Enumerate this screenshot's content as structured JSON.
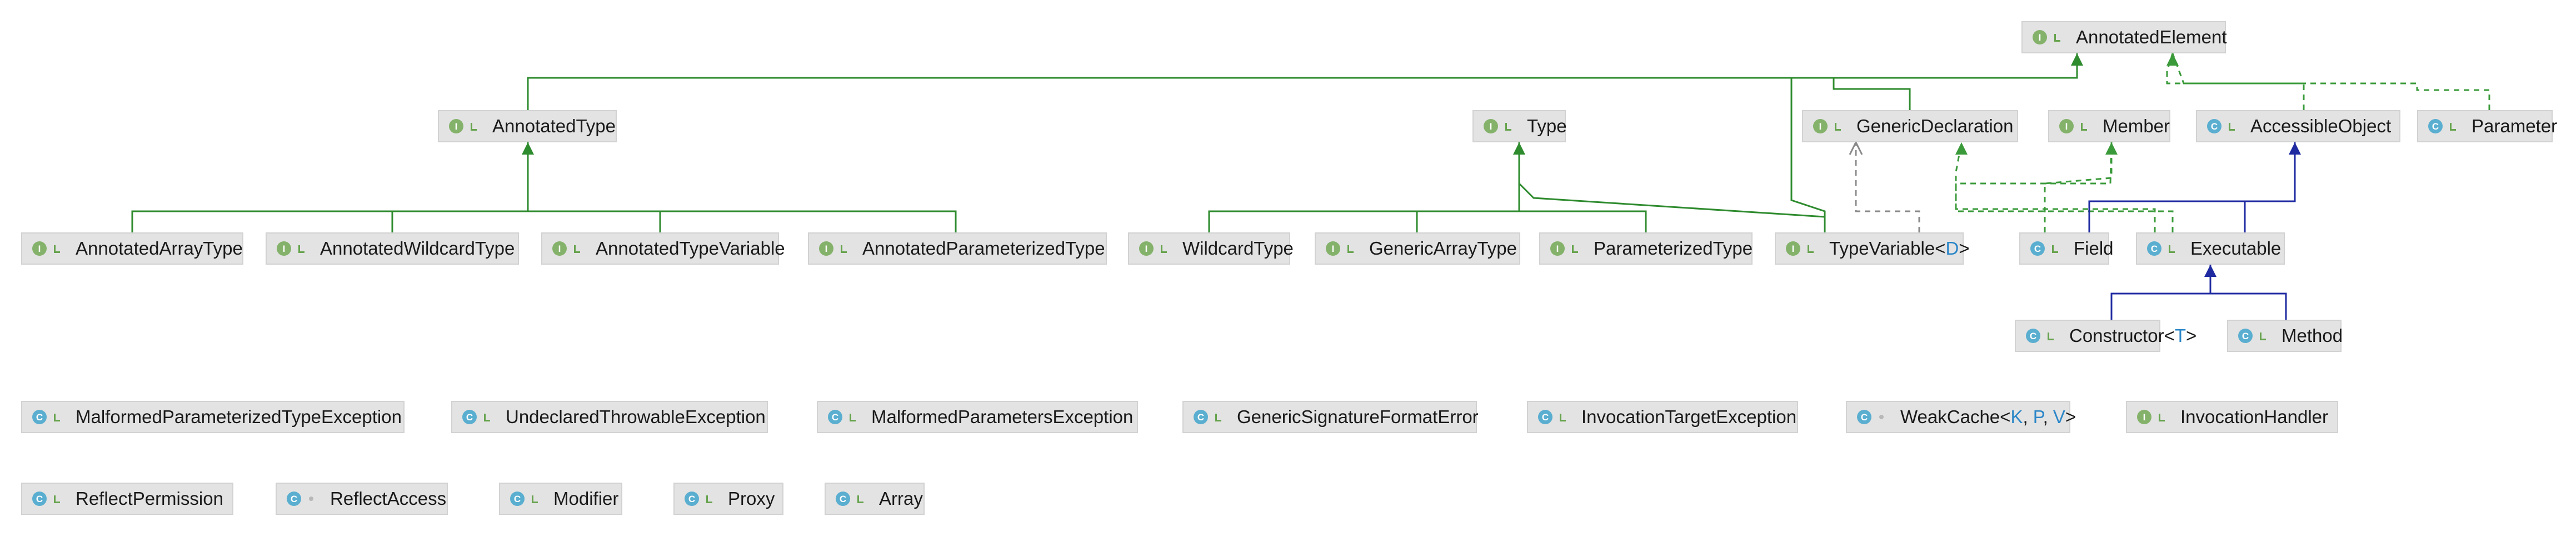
{
  "diagram": {
    "colors": {
      "extends_interface": "#2e8b2e",
      "extends_class": "#1f2aa1",
      "realizes": "#3a9a3a",
      "dependency": "#8a8a8a",
      "node_fill": "#e3e3e3",
      "interface_badge": "#84b26b",
      "class_badge": "#5aaed0",
      "type_param": "#2a86c8"
    },
    "nodes": [
      {
        "id": "annotated-element",
        "label": "AnnotatedElement",
        "kind": "I",
        "visibility": "public",
        "params": []
      },
      {
        "id": "annotated-type",
        "label": "AnnotatedType",
        "kind": "I",
        "visibility": "public",
        "params": []
      },
      {
        "id": "type",
        "label": "Type",
        "kind": "I",
        "visibility": "public",
        "params": []
      },
      {
        "id": "generic-declaration",
        "label": "GenericDeclaration",
        "kind": "I",
        "visibility": "public",
        "params": []
      },
      {
        "id": "member",
        "label": "Member",
        "kind": "I",
        "visibility": "public",
        "params": []
      },
      {
        "id": "accessible-object",
        "label": "AccessibleObject",
        "kind": "C",
        "visibility": "public",
        "params": []
      },
      {
        "id": "parameter",
        "label": "Parameter",
        "kind": "C",
        "visibility": "public",
        "params": []
      },
      {
        "id": "annotated-array-type",
        "label": "AnnotatedArrayType",
        "kind": "I",
        "visibility": "public",
        "params": []
      },
      {
        "id": "annotated-wildcard-type",
        "label": "AnnotatedWildcardType",
        "kind": "I",
        "visibility": "public",
        "params": []
      },
      {
        "id": "annotated-type-variable",
        "label": "AnnotatedTypeVariable",
        "kind": "I",
        "visibility": "public",
        "params": []
      },
      {
        "id": "annotated-parameterized-type",
        "label": "AnnotatedParameterizedType",
        "kind": "I",
        "visibility": "public",
        "params": []
      },
      {
        "id": "wildcard-type",
        "label": "WildcardType",
        "kind": "I",
        "visibility": "public",
        "params": []
      },
      {
        "id": "generic-array-type",
        "label": "GenericArrayType",
        "kind": "I",
        "visibility": "public",
        "params": []
      },
      {
        "id": "parameterized-type",
        "label": "ParameterizedType",
        "kind": "I",
        "visibility": "public",
        "params": []
      },
      {
        "id": "type-variable",
        "label": "TypeVariable",
        "kind": "I",
        "visibility": "public",
        "params": [
          "D"
        ]
      },
      {
        "id": "field",
        "label": "Field",
        "kind": "C",
        "visibility": "public",
        "params": []
      },
      {
        "id": "executable",
        "label": "Executable",
        "kind": "C",
        "visibility": "public",
        "params": []
      },
      {
        "id": "constructor",
        "label": "Constructor",
        "kind": "C",
        "visibility": "public",
        "params": [
          "T"
        ]
      },
      {
        "id": "method",
        "label": "Method",
        "kind": "C",
        "visibility": "public",
        "params": []
      },
      {
        "id": "malformed-parameterized-type-exception",
        "label": "MalformedParameterizedTypeException",
        "kind": "C",
        "visibility": "public",
        "params": []
      },
      {
        "id": "undeclared-throwable-exception",
        "label": "UndeclaredThrowableException",
        "kind": "C",
        "visibility": "public",
        "params": []
      },
      {
        "id": "malformed-parameters-exception",
        "label": "MalformedParametersException",
        "kind": "C",
        "visibility": "public",
        "params": []
      },
      {
        "id": "generic-signature-format-error",
        "label": "GenericSignatureFormatError",
        "kind": "C",
        "visibility": "public",
        "params": []
      },
      {
        "id": "invocation-target-exception",
        "label": "InvocationTargetException",
        "kind": "C",
        "visibility": "public",
        "params": []
      },
      {
        "id": "weak-cache",
        "label": "WeakCache",
        "kind": "C",
        "visibility": "package",
        "params": [
          "K",
          "P",
          "V"
        ]
      },
      {
        "id": "invocation-handler",
        "label": "InvocationHandler",
        "kind": "I",
        "visibility": "public",
        "params": []
      },
      {
        "id": "reflect-permission",
        "label": "ReflectPermission",
        "kind": "C",
        "visibility": "public",
        "params": []
      },
      {
        "id": "reflect-access",
        "label": "ReflectAccess",
        "kind": "C",
        "visibility": "package",
        "params": []
      },
      {
        "id": "modifier",
        "label": "Modifier",
        "kind": "C",
        "visibility": "public",
        "params": []
      },
      {
        "id": "proxy",
        "label": "Proxy",
        "kind": "C",
        "visibility": "public",
        "params": []
      },
      {
        "id": "array",
        "label": "Array",
        "kind": "C",
        "visibility": "public",
        "params": []
      }
    ],
    "edges": [
      {
        "from": "annotated-type",
        "to": "annotated-element",
        "kind": "extends_interface"
      },
      {
        "from": "type-variable",
        "to": "annotated-element",
        "kind": "extends_interface"
      },
      {
        "from": "generic-declaration",
        "to": "annotated-element",
        "kind": "extends_interface"
      },
      {
        "from": "accessible-object",
        "to": "annotated-element",
        "kind": "realizes"
      },
      {
        "from": "parameter",
        "to": "annotated-element",
        "kind": "realizes"
      },
      {
        "from": "annotated-array-type",
        "to": "annotated-type",
        "kind": "extends_interface"
      },
      {
        "from": "annotated-wildcard-type",
        "to": "annotated-type",
        "kind": "extends_interface"
      },
      {
        "from": "annotated-type-variable",
        "to": "annotated-type",
        "kind": "extends_interface"
      },
      {
        "from": "annotated-parameterized-type",
        "to": "annotated-type",
        "kind": "extends_interface"
      },
      {
        "from": "wildcard-type",
        "to": "type",
        "kind": "extends_interface"
      },
      {
        "from": "generic-array-type",
        "to": "type",
        "kind": "extends_interface"
      },
      {
        "from": "parameterized-type",
        "to": "type",
        "kind": "extends_interface"
      },
      {
        "from": "type-variable",
        "to": "type",
        "kind": "extends_interface"
      },
      {
        "from": "type-variable",
        "to": "generic-declaration",
        "kind": "dependency"
      },
      {
        "from": "field",
        "to": "member",
        "kind": "realizes"
      },
      {
        "from": "executable",
        "to": "member",
        "kind": "realizes"
      },
      {
        "from": "executable",
        "to": "generic-declaration",
        "kind": "realizes"
      },
      {
        "from": "field",
        "to": "accessible-object",
        "kind": "extends_class"
      },
      {
        "from": "executable",
        "to": "accessible-object",
        "kind": "extends_class"
      },
      {
        "from": "constructor",
        "to": "executable",
        "kind": "extends_class"
      },
      {
        "from": "method",
        "to": "executable",
        "kind": "extends_class"
      }
    ]
  }
}
